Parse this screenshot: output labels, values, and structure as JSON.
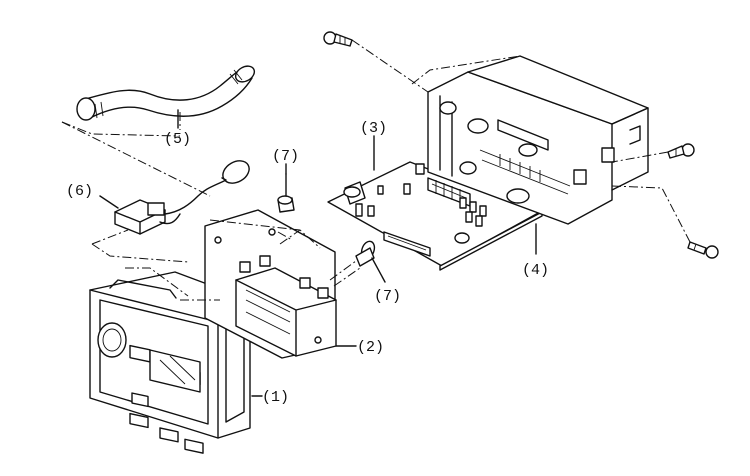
{
  "callouts": {
    "c1": "(1)",
    "c2": "(2)",
    "c3": "(3)",
    "c4": "(4)",
    "c5": "(5)",
    "c6": "(6)",
    "c7a": "(7)",
    "c7b": "(7)"
  },
  "colors": {
    "line": "#111111",
    "background": "#ffffff"
  }
}
